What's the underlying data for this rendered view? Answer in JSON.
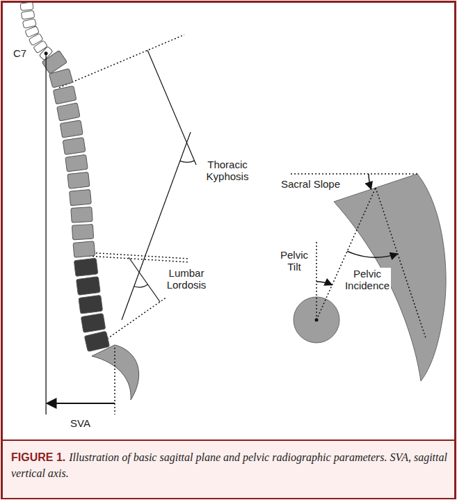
{
  "diagram": {
    "caption": "Illustration of basic sagittal plane and pelvic radiographic parameters. SVA, sagittal vertical axis.",
    "labels": [
      "C7",
      "Thoracic Kyphosis",
      "Lumbar Lordosis",
      "Sacral Slope",
      "Pelvic Tilt",
      "Pelvic Incidence",
      "SVA",
      "FIGURE 1."
    ]
  }
}
